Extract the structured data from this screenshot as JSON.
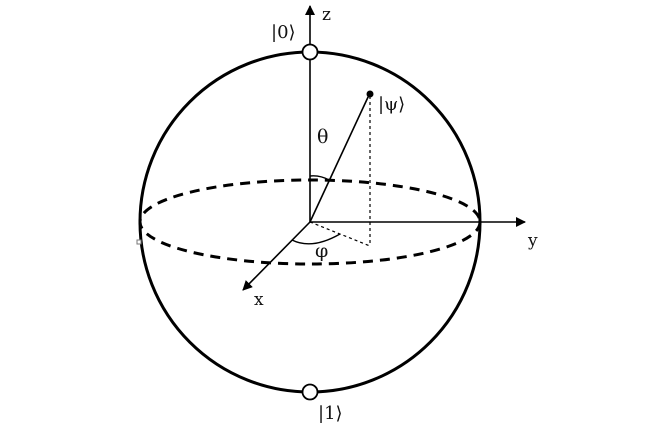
{
  "diagram": {
    "colors": {
      "stroke": "#000000",
      "text": "#111111",
      "background": "#ffffff"
    },
    "axes": {
      "z": "z",
      "y": "y",
      "x": "x"
    },
    "states": {
      "zero": "|0⟩",
      "one": "|1⟩",
      "psi": "|ψ⟩"
    },
    "angles": {
      "polar": "θ",
      "azimuthal": "φ"
    }
  }
}
